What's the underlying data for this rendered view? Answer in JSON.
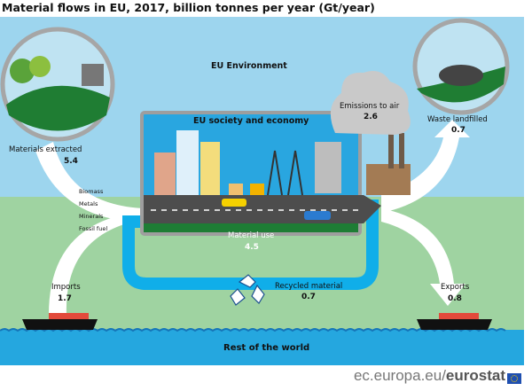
{
  "title": "Material flows in EU, 2017, billion tonnes per year (Gt/year)",
  "regions": {
    "environment": "EU Environment",
    "society": "EU society and economy",
    "world": "Rest of the world"
  },
  "flows": {
    "materials_extracted": {
      "label": "Materials extracted",
      "value": "5.4"
    },
    "emissions": {
      "label": "Emissions to air",
      "value": "2.6"
    },
    "waste": {
      "label": "Waste landfilled",
      "value": "0.7"
    },
    "material_use": {
      "label": "Material use",
      "value": "4.5"
    },
    "recycled": {
      "label": "Recycled material",
      "value": "0.7"
    },
    "imports": {
      "label": "Imports",
      "value": "1.7"
    },
    "exports": {
      "label": "Exports",
      "value": "0.8"
    }
  },
  "material_types": [
    "Biomass",
    "Metals",
    "Minerals",
    "Fossil fuel"
  ],
  "footer": {
    "site": "ec.europa.eu/",
    "brand": "eurostat"
  },
  "colors": {
    "sky": "#9dd5ee",
    "land": "#9fd3a1",
    "sea": "#25a7df",
    "recycle_loop": "#10aee9",
    "box_green": "#1e7d35",
    "road": "#4d4d4d"
  }
}
